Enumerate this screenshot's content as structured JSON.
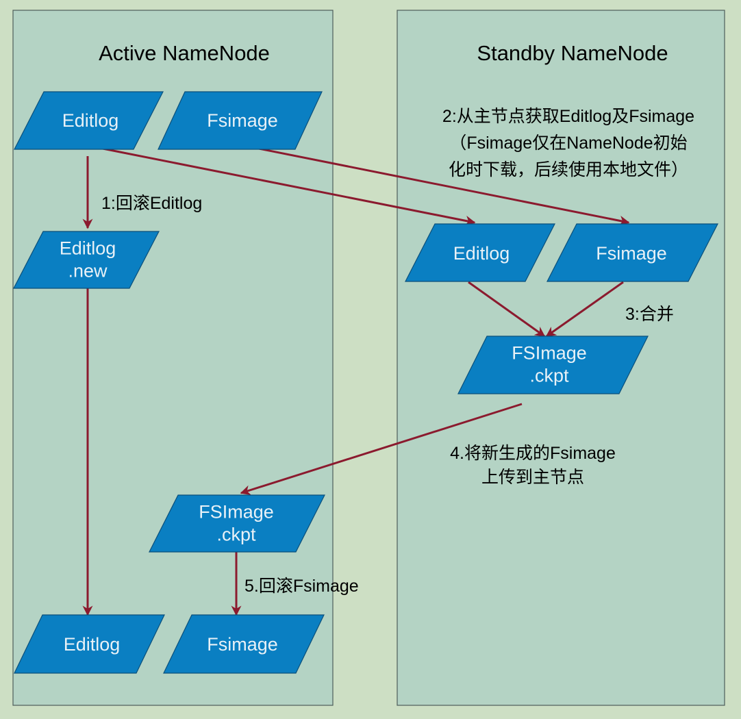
{
  "panels": {
    "active": {
      "title": "Active NameNode"
    },
    "standby": {
      "title": "Standby NameNode"
    }
  },
  "nodes": {
    "active_editlog": {
      "lines": [
        "Editlog"
      ]
    },
    "active_fsimage": {
      "lines": [
        "Fsimage"
      ]
    },
    "active_editlog_new": {
      "lines": [
        "Editlog",
        ".new"
      ]
    },
    "active_fsimage_ckpt": {
      "lines": [
        "FSImage",
        ".ckpt"
      ]
    },
    "active_editlog_final": {
      "lines": [
        "Editlog"
      ]
    },
    "active_fsimage_final": {
      "lines": [
        "Fsimage"
      ]
    },
    "standby_editlog": {
      "lines": [
        "Editlog"
      ]
    },
    "standby_fsimage": {
      "lines": [
        "Fsimage"
      ]
    },
    "standby_fsimage_ckpt": {
      "lines": [
        "FSImage",
        ".ckpt"
      ]
    }
  },
  "steps": {
    "step1": [
      "1:回滚Editlog"
    ],
    "step2": [
      "2:从主节点获取Editlog及Fsimage",
      "（Fsimage仅在NameNode初始",
      "化时下载，后续使用本地文件）"
    ],
    "step3": [
      "3:合并"
    ],
    "step4": [
      "4.将新生成的Fsimage",
      "上传到主节点"
    ],
    "step5": [
      "5.回滚Fsimage"
    ]
  },
  "colors": {
    "background": "#cddfc4",
    "panel": "#b4d3c4",
    "node_fill": "#0a7fc2",
    "node_text": "#e8f1f7",
    "arrow": "#8b1a2e"
  }
}
